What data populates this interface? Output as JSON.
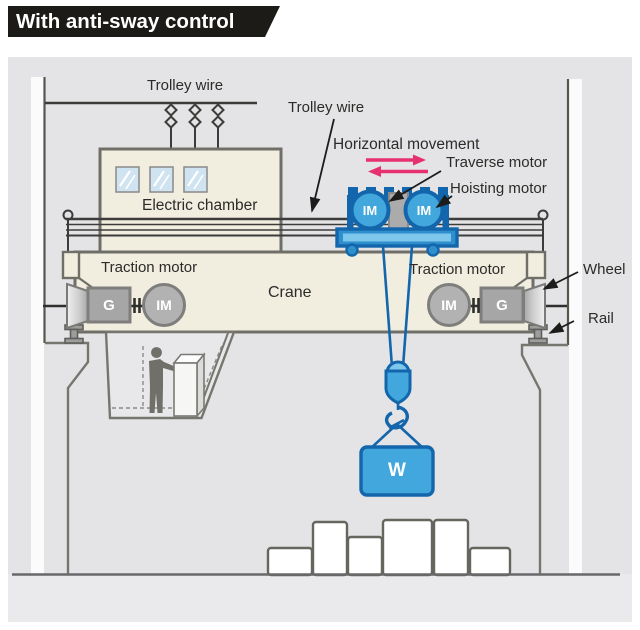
{
  "title": "With anti-sway control",
  "labels": {
    "trolley_wire_top": "Trolley wire",
    "trolley_wire_right": "Trolley wire",
    "horizontal_movement": "Horizontal movement",
    "traverse_motor": "Traverse motor",
    "hoisting_motor": "Hoisting motor",
    "electric_chamber": "Electric chamber",
    "traction_motor_left": "Traction motor",
    "traction_motor_right": "Traction motor",
    "crane": "Crane",
    "wheel": "Wheel",
    "rail": "Rail"
  },
  "components": {
    "gearbox_label": "G",
    "motor_label": "IM",
    "load_label": "W"
  },
  "colors": {
    "title_bar_bg": "#1d1b18",
    "diagram_bg": "#e4e4e6",
    "cream_panel": "#f1eddf",
    "window_blue": "#cfe3f1",
    "motor_gray": "#b2b2b2",
    "hoist_blue": "#41a7dc",
    "hoist_blue_dark": "#1366ab",
    "hoist_blue_light": "#7ec7ec",
    "arrow_pink": "#e73070",
    "text_dark": "#2b2b29"
  }
}
